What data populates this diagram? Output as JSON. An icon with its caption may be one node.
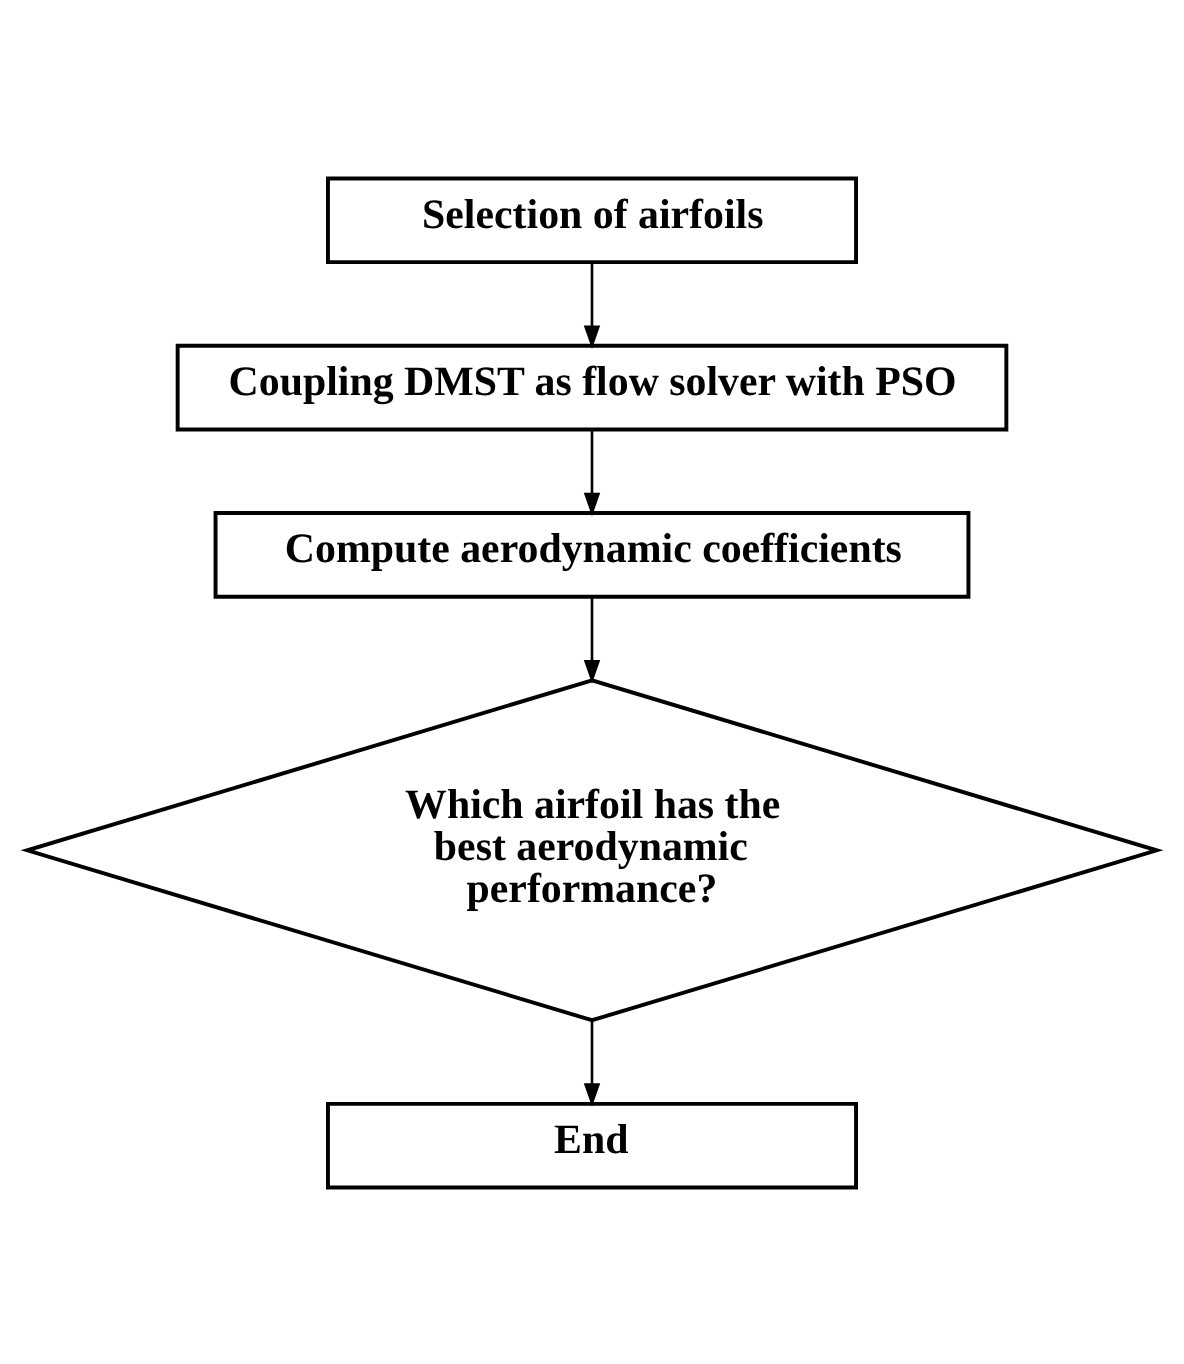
{
  "diagram": {
    "nodes": [
      {
        "text": [
          "Selection of airfoils"
        ]
      },
      {
        "text": [
          "Coupling DMST as flow solver with PSO"
        ]
      },
      {
        "text": [
          "Compute aerodynamic coefficients"
        ]
      },
      {
        "text": [
          "Which airfoil has the best aerodynamic performance?"
        ]
      },
      {
        "text": [
          "End"
        ]
      }
    ],
    "edges": [
      {
        "from": 0,
        "to": 1,
        "arrow": "to"
      },
      {
        "from": 1,
        "to": 2,
        "arrow": "to"
      },
      {
        "from": 2,
        "to": 3,
        "arrow": "to"
      },
      {
        "from": 3,
        "to": 4,
        "arrow": "to"
      }
    ]
  }
}
